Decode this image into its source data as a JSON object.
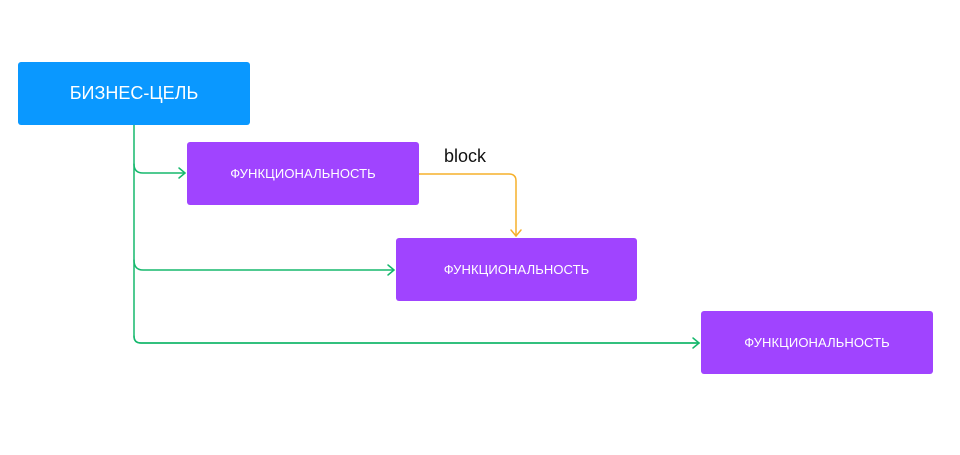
{
  "diagram": {
    "goal": {
      "label": "БИЗНЕС-ЦЕЛЬ"
    },
    "features": [
      {
        "label": "ФУНКЦИОНАЛЬНОСТЬ"
      },
      {
        "label": "ФУНКЦИОНАЛЬНОСТЬ"
      },
      {
        "label": "ФУНКЦИОНАЛЬНОСТЬ"
      }
    ],
    "dependency": {
      "label": "block"
    }
  },
  "colors": {
    "goal_fill": "#0A98FF",
    "feature_fill": "#A044FF",
    "connector": "#16B86D",
    "blocking_connector": "#F6B02B",
    "background": "#FFFFFF"
  },
  "icons": {
    "connector_arrow": "arrow-head-icon",
    "blocking_arrow": "arrow-head-icon"
  }
}
